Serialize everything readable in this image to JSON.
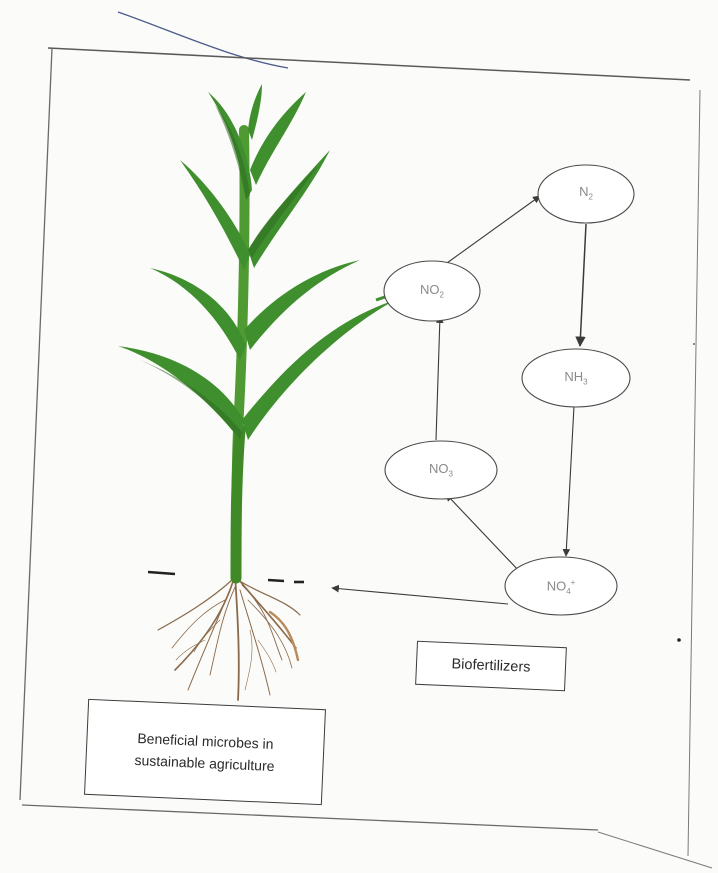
{
  "diagram": {
    "nodes": {
      "n2": {
        "main": "N",
        "sub": "2",
        "sup": ""
      },
      "nh3": {
        "main": "NH",
        "sub": "3",
        "sup": ""
      },
      "no4": {
        "main": "NO",
        "sub": "4",
        "sup": "+"
      },
      "no3": {
        "main": "NO",
        "sub": "3",
        "sup": ""
      },
      "no2": {
        "main": "NO",
        "sub": "2",
        "sup": ""
      }
    },
    "biofertilizers_label": "Biofertilizers",
    "microbes_label": {
      "line1": "Beneficial microbes in",
      "line2": "sustainable agriculture"
    }
  },
  "colors": {
    "leaf": "#3f8f2e",
    "leaf_dark": "#2f6e22",
    "stem": "#4f9a32",
    "root": "#8a6a4a",
    "outline": "#4a4a4a"
  }
}
